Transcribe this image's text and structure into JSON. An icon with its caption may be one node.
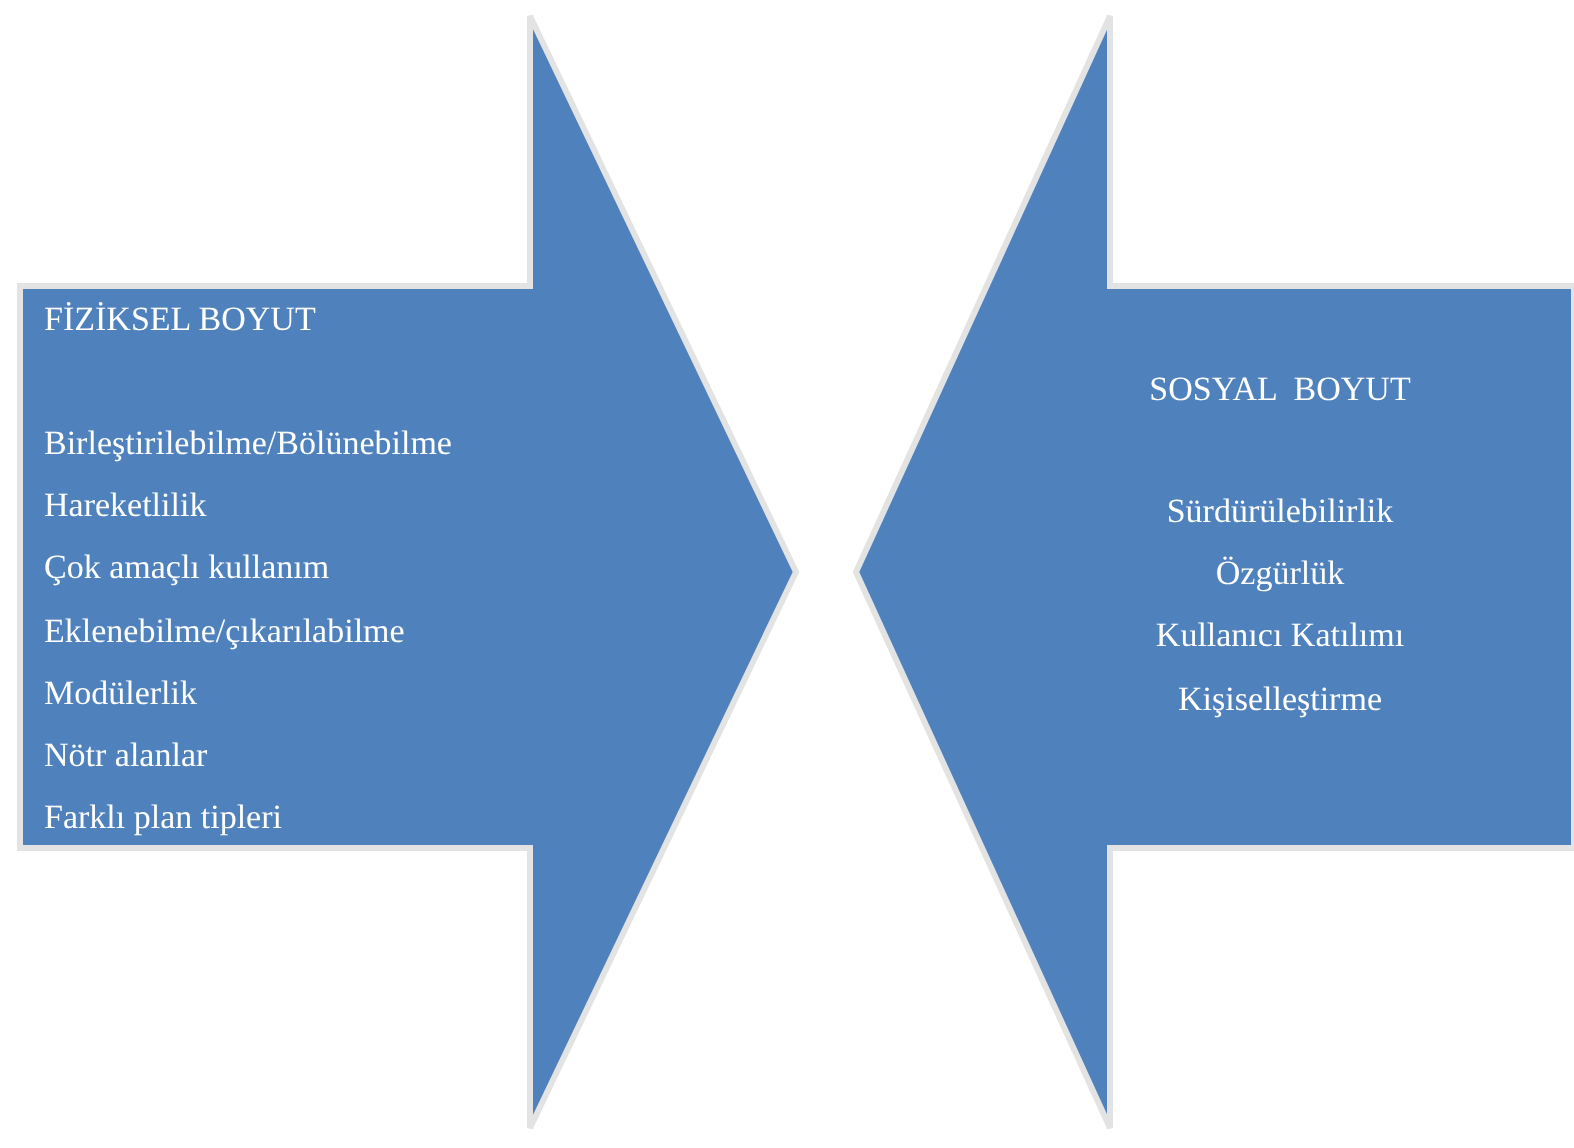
{
  "diagram": {
    "nodes": [
      {
        "text": [
          "FİZİKSEL BOYUT",
          "Birleştirilebilme/Bölünebilme",
          "Hareketlilik",
          "Çok amaçlı kullanım",
          "Eklenebilme/çıkarılabilme",
          "Modülerlik",
          "Nötr alanlar",
          "Farklı plan tipleri"
        ]
      },
      {
        "text": [
          "SOSYAL  BOYUT",
          "Sürdürülebilirlik",
          "Özgürlük",
          "Kullanıcı Katılımı",
          "Kişiselleştirme"
        ]
      }
    ]
  }
}
